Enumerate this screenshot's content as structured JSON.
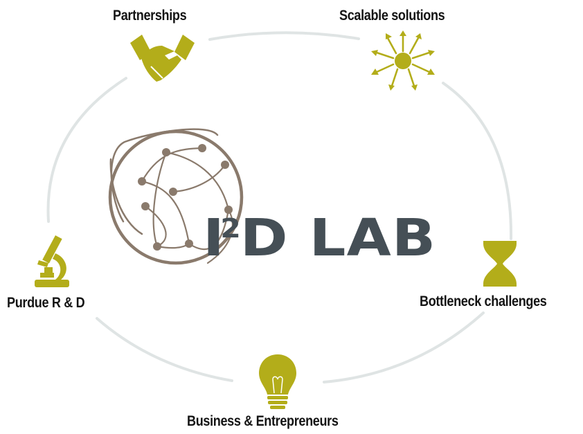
{
  "colors": {
    "icon": "#b3ad1a",
    "ring": "#dfe4e4",
    "globe": "#8a7a6c",
    "logo_text": "#454f56",
    "label": "#141414"
  },
  "logo": {
    "text_main": "I",
    "superscript": "2",
    "text_rest": "D LAB"
  },
  "nodes": [
    {
      "label": "Partnerships",
      "icon": "handshake-icon"
    },
    {
      "label": "Scalable solutions",
      "icon": "sun-arrows-icon"
    },
    {
      "label": "Bottleneck challenges",
      "icon": "hourglass-icon"
    },
    {
      "label": "Business & Entrepreneurs",
      "icon": "lightbulb-icon"
    },
    {
      "label": "Purdue R & D",
      "icon": "microscope-icon"
    }
  ]
}
